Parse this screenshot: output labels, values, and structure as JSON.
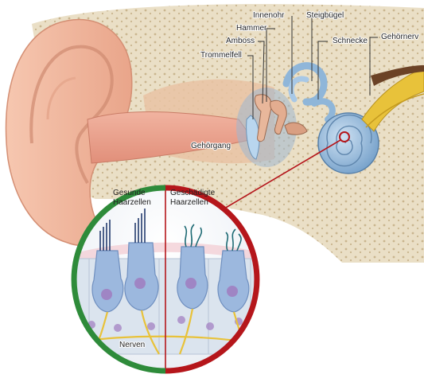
{
  "labels": {
    "innenohr": "Innenohr",
    "steigbuegel": "Steigbügel",
    "hammer": "Hammer",
    "amboss": "Amboss",
    "schnecke": "Schnecke",
    "hoernerv": "Gehörnerv",
    "trommelfell": "Trommelfell",
    "gehoergang": "Gehörgang"
  },
  "inset": {
    "healthy_line1": "Gesunde",
    "healthy_line2": "Haarzellen",
    "damaged_line1": "Geschädigte",
    "damaged_line2": "Haarzellen",
    "nerves": "Nerven"
  },
  "colors": {
    "healthy_ring": "#2e8b3a",
    "damaged_ring": "#b5161b",
    "skin": "#f2b79d",
    "bone": "#e8dcc2",
    "cochlea": "#8fb6d9",
    "nerve": "#e8c23a"
  }
}
